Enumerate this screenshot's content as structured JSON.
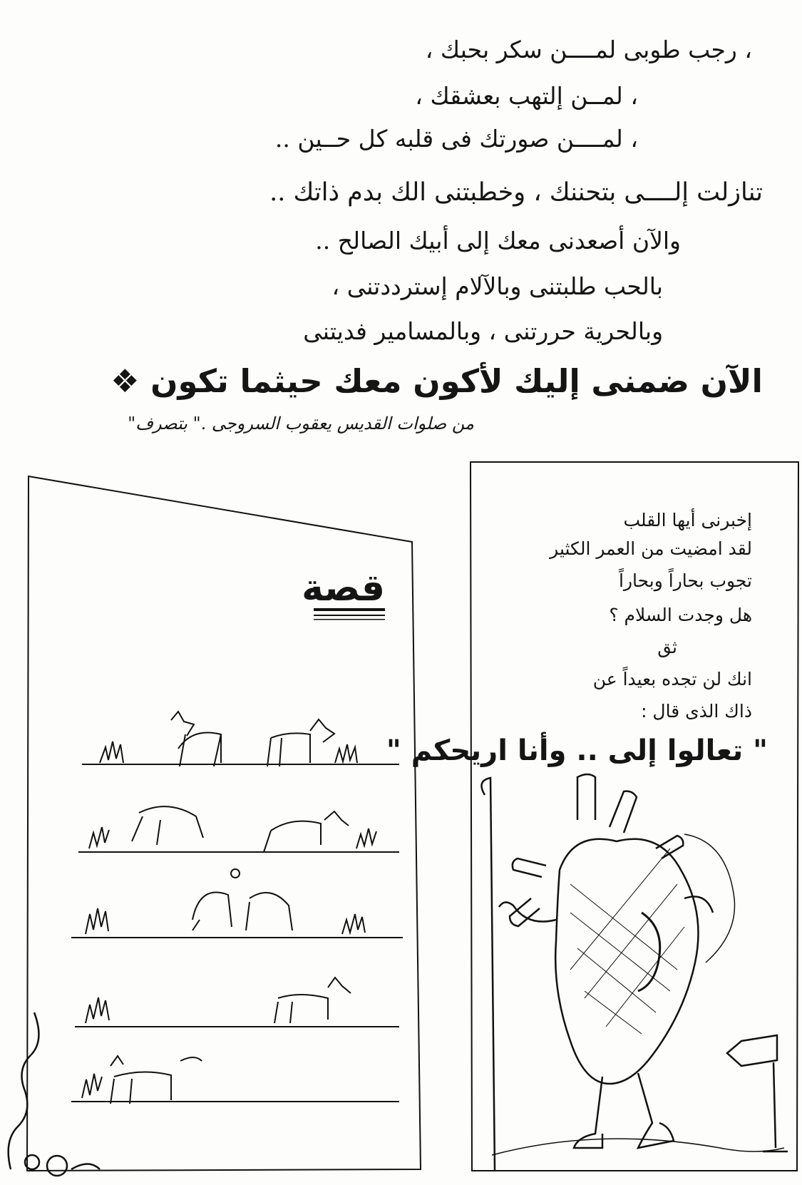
{
  "poem": {
    "lines": [
      "، رجب طوبى لمــــن سكر بحبك ،",
      "، لمــن إلتهب بعشقك ،",
      "، لمــــن صورتك فى قلبه كل حــين ..",
      "تنازلت إلــــى بتحننك ، وخطبتنى الك بدم ذاتك ..",
      "والآن أصعدنى معك إلى أبيك الصالح ..",
      "بالحب طلبتنى وبالآلام إسترددتنى ،",
      "وبالحرية حررتنى ، وبالمسامير فديتنى"
    ],
    "closing": "الآن ضمنى إليك لأكون معك حيثما تكون ❖",
    "attribution": "من صلوات القديس يعقوب السروجى .\" بتصرف\""
  },
  "story_panel": {
    "title": "قصة"
  },
  "heart_panel": {
    "lines": [
      "إخبرنى أيها القلب",
      "لقد امضيت من العمر الكثير",
      "تجوب بحاراً وبحاراً",
      "هل وجدت السلام ؟",
      "ثق",
      "انك لن تجده بعيداً عن",
      "ذاك الذى قال :"
    ],
    "quote": "\" تعالوا إلى .. وأنا اريحكم \""
  }
}
